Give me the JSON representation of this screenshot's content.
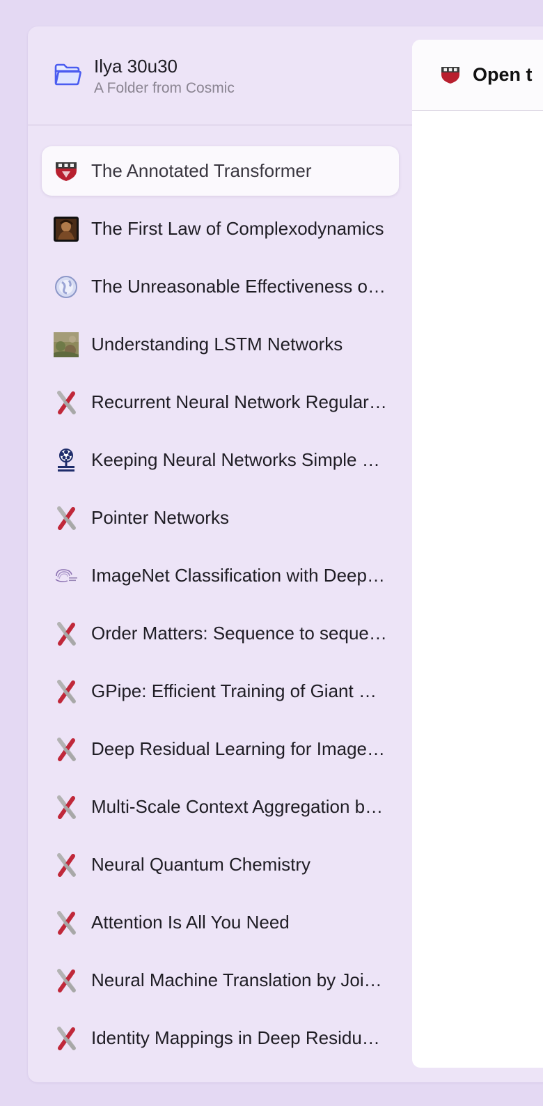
{
  "folder": {
    "title": "Ilya 30u30",
    "subtitle": "A Folder from Cosmic",
    "icon": "folder-icon"
  },
  "items": [
    {
      "label": "The Annotated Transformer",
      "icon": "harvard-shield-icon",
      "selected": true
    },
    {
      "label": "The First Law of Complexodynamics",
      "icon": "portrait-thumbnail-icon"
    },
    {
      "label": "The Unreasonable Effectiveness of Recurrent Neural Networks",
      "icon": "globe-icon"
    },
    {
      "label": "Understanding LSTM Networks",
      "icon": "landscape-thumbnail-icon"
    },
    {
      "label": "Recurrent Neural Network Regularization",
      "icon": "arxiv-icon"
    },
    {
      "label": "Keeping Neural Networks Simple by Minimizing the Description Length of the Weights",
      "icon": "university-tree-icon"
    },
    {
      "label": "Pointer Networks",
      "icon": "arxiv-icon"
    },
    {
      "label": "ImageNet Classification with Deep Convolutional Neural Networks",
      "icon": "neurips-logo-icon"
    },
    {
      "label": "Order Matters: Sequence to sequence for sets",
      "icon": "arxiv-icon"
    },
    {
      "label": "GPipe: Efficient Training of Giant Neural Networks",
      "icon": "arxiv-icon"
    },
    {
      "label": "Deep Residual Learning for Image Recognition",
      "icon": "arxiv-icon"
    },
    {
      "label": "Multi-Scale Context Aggregation by Dilated Convolutions",
      "icon": "arxiv-icon"
    },
    {
      "label": "Neural Quantum Chemistry",
      "icon": "arxiv-icon"
    },
    {
      "label": "Attention Is All You Need",
      "icon": "arxiv-icon"
    },
    {
      "label": "Neural Machine Translation by Jointly Learning to Align and Translate",
      "icon": "arxiv-icon"
    },
    {
      "label": "Identity Mappings in Deep Residual Networks",
      "icon": "arxiv-icon"
    }
  ],
  "content": {
    "title": "Open t",
    "icon": "harvard-shield-icon"
  },
  "colors": {
    "background": "#e4d9f3",
    "panel": "#ede4f7",
    "selected": "#fbf9fd",
    "folder_accent": "#4b5cf0",
    "arxiv_red": "#c0283a"
  }
}
